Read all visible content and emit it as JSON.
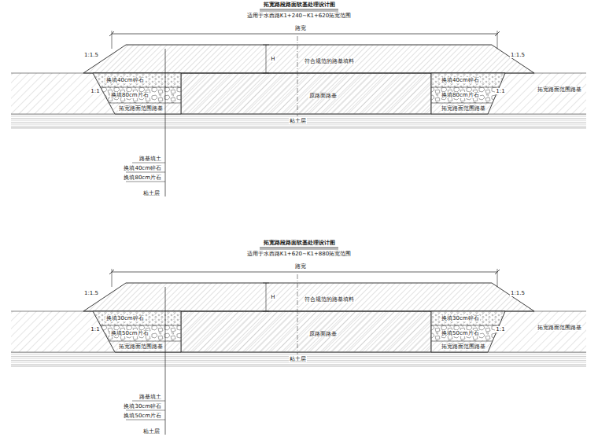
{
  "diagram": {
    "title": "拓宽路段路面软基处理设计图",
    "labels": [
      "适用于水西路K1+240~K1+620拓宽范围",
      "路宽",
      "1:1.5",
      "1:1.5",
      "H",
      "符合规范的路基填料",
      "换填40cm碎石",
      "换填80cm片石",
      "拓宽路面范围路基",
      "原路面路基",
      "换填40cm碎石",
      "换填80cm片石",
      "拓宽路面范围路基",
      "拓宽路面范围路基",
      "1:1",
      "1:1",
      "粘土层",
      "路基填土",
      "换填40cm碎石",
      "换填80cm片石",
      "粘土层",
      "拓宽路段路面软基处理设计图",
      "适用于水西路K1+620~K1+880拓宽范围",
      "路宽",
      "1:1.5",
      "1:1.5",
      "H",
      "符合规范的路基填料",
      "换填30cm碎石",
      "换填50cm片石",
      "拓宽路面范围路基",
      "原路面路基",
      "换填30cm碎石",
      "换填50cm片石",
      "拓宽路面范围路基",
      "拓宽路面范围路基",
      "1:1",
      "1:1",
      "粘土层",
      "路基填土",
      "换填30cm碎石",
      "换填50cm片石",
      "粘土层"
    ]
  }
}
